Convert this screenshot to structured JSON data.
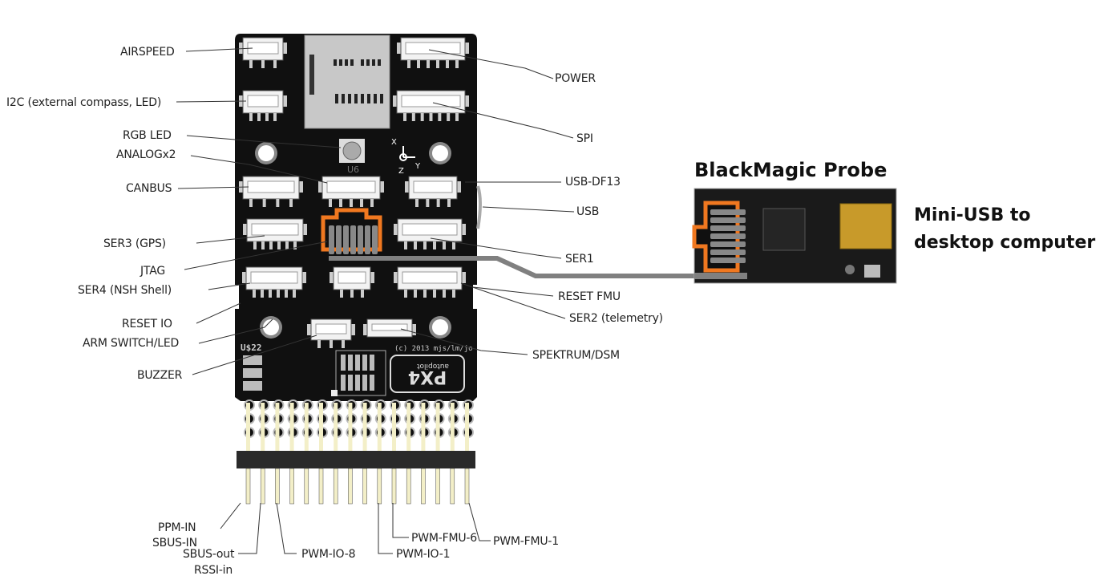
{
  "title": "Pixhawk port map with BlackMagic Probe JTAG connection",
  "colors": {
    "board": "#101010",
    "connector": "#e8e8e8",
    "highlight": "#f07820",
    "cable": "#808080",
    "pin": "#f3efc8",
    "label": "#222222"
  },
  "left_labels": [
    {
      "id": "airspeed",
      "text": "AIRSPEED"
    },
    {
      "id": "i2c",
      "text": "I2C (external compass, LED)"
    },
    {
      "id": "rgb-led",
      "text": "RGB LED"
    },
    {
      "id": "analog",
      "text": "ANALOGx2"
    },
    {
      "id": "canbus",
      "text": "CANBUS"
    },
    {
      "id": "ser3",
      "text": "SER3 (GPS)"
    },
    {
      "id": "jtag",
      "text": "JTAG"
    },
    {
      "id": "ser4",
      "text": "SER4 (NSH Shell)"
    },
    {
      "id": "reset-io",
      "text": "RESET IO"
    },
    {
      "id": "arm-switch",
      "text": "ARM SWITCH/LED"
    },
    {
      "id": "buzzer",
      "text": "BUZZER"
    }
  ],
  "right_labels": [
    {
      "id": "power",
      "text": "POWER"
    },
    {
      "id": "spi",
      "text": "SPI"
    },
    {
      "id": "usb-df13",
      "text": "USB-DF13"
    },
    {
      "id": "usb",
      "text": "USB"
    },
    {
      "id": "ser1",
      "text": "SER1"
    },
    {
      "id": "reset-fmu",
      "text": "RESET FMU"
    },
    {
      "id": "ser2",
      "text": "SER2 (telemetry)"
    },
    {
      "id": "spektrum",
      "text": "SPEKTRUM/DSM"
    }
  ],
  "bottom_labels": [
    {
      "id": "ppm-in",
      "text": "PPM-IN"
    },
    {
      "id": "sbus-in",
      "text": "SBUS-IN"
    },
    {
      "id": "sbus-out",
      "text": "SBUS-out"
    },
    {
      "id": "rssi-in",
      "text": "RSSI-in"
    },
    {
      "id": "pwm-io-8",
      "text": "PWM-IO-8"
    },
    {
      "id": "pwm-io-1",
      "text": "PWM-IO-1"
    },
    {
      "id": "pwm-fmu-6",
      "text": "PWM-FMU-6"
    },
    {
      "id": "pwm-fmu-1",
      "text": "PWM-FMU-1"
    }
  ],
  "board_marks": {
    "chip_label": "U6",
    "axis_x": "X",
    "axis_y": "Y",
    "axis_z": "Z",
    "part_label": "U$22",
    "copyright": "(c) 2013 mjs/lm/jo",
    "logo": "PX4",
    "logo_sub": "autopilot"
  },
  "probe": {
    "title": "BlackMagic Probe",
    "note_line1": "Mini-USB to",
    "note_line2": "desktop computer"
  },
  "header_pin_count": 16
}
